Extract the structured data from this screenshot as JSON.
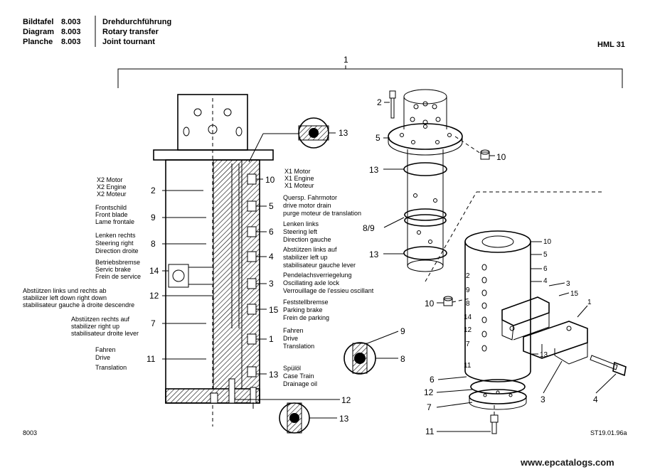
{
  "header": {
    "codes": [
      {
        "label": "Bildtafel",
        "num": "8.003"
      },
      {
        "label": "Diagram",
        "num": "8.003"
      },
      {
        "label": "Planche",
        "num": "8.003"
      }
    ],
    "titles": [
      "Drehdurchführung",
      "Rotary transfer",
      "Joint tournant"
    ],
    "model": "HML 31"
  },
  "assembly_number": "1",
  "left_labels": [
    {
      "lines": [
        "X2 Motor",
        "X2 Engine",
        "X2 Moteur"
      ],
      "num": "2"
    },
    {
      "lines": [
        "Frontschild",
        "Front blade",
        "Lame frontale"
      ],
      "num": "9"
    },
    {
      "lines": [
        "Lenken rechts",
        "Steering right",
        "Direction droite"
      ],
      "num": "8"
    },
    {
      "lines": [
        "Betriebsbremse",
        "Servic brake",
        "Frein de service"
      ],
      "num": "14"
    },
    {
      "lines": [
        "Abstützen links und rechts ab",
        "stabilizer left down right down",
        "stabilisateur gauche à droite descendre"
      ],
      "num": "12"
    },
    {
      "lines": [
        "Abstützen rechts auf",
        "stabilizer right up",
        "stabilisateur droite lever"
      ],
      "num": "7"
    },
    {
      "lines": [
        "Fahren",
        "Drive",
        "Translation"
      ],
      "num": "11"
    }
  ],
  "right_labels": [
    {
      "num": "10",
      "lines": [
        "X1 Motor",
        "X1 Engine",
        "X1 Moteur"
      ]
    },
    {
      "num": "5",
      "lines": [
        "Quersp. Fahrmotor",
        "drive motor drain",
        "purge moteur de translation"
      ]
    },
    {
      "num": "6",
      "lines": [
        "Lenken links",
        "Steering left",
        "Direction gauche"
      ]
    },
    {
      "num": "4",
      "lines": [
        "Abstützen links auf",
        "stabilizer left up",
        "stabilisateur gauche lever"
      ]
    },
    {
      "num": "3",
      "lines": [
        "Pendelachsverriegelung",
        "Oscillating axle lock",
        "Verrouillage de l'essieu oscillant"
      ]
    },
    {
      "num": "15",
      "lines": [
        "Feststellbremse",
        "Parking brake",
        "Frein de parking"
      ]
    },
    {
      "num": "1",
      "lines": [
        "Fahren",
        "Drive",
        "Translation"
      ]
    },
    {
      "num": "13",
      "lines": [
        "Spülöl",
        "Case Train",
        "Drainage oil"
      ]
    }
  ],
  "bottom_numbers": {
    "twelve": "12",
    "thirteen": "13"
  },
  "detail_numbers": {
    "top": "13",
    "mid_a": "9",
    "mid_b": "8",
    "bottom": "13"
  },
  "upper_part_numbers": {
    "bolt": "2",
    "flange": "5",
    "plug": "10",
    "seal": "13",
    "ring": "8/9",
    "seal_low": "13"
  },
  "lower_part_numbers": {
    "small_left": [
      "2",
      "9",
      "8",
      "14",
      "12",
      "7",
      "11"
    ],
    "small_right": [
      "10",
      "5",
      "6",
      "4",
      "3",
      "15",
      "1"
    ],
    "small_bottom": "13",
    "plug": "10",
    "bottom_left": [
      "6",
      "12",
      "7"
    ],
    "bolt_bottom": "11",
    "part3": "3",
    "bolt_right": "4"
  },
  "footer": {
    "left": "8003",
    "right": "ST19.01.96a"
  },
  "watermark": "www.epcatalogs.com"
}
